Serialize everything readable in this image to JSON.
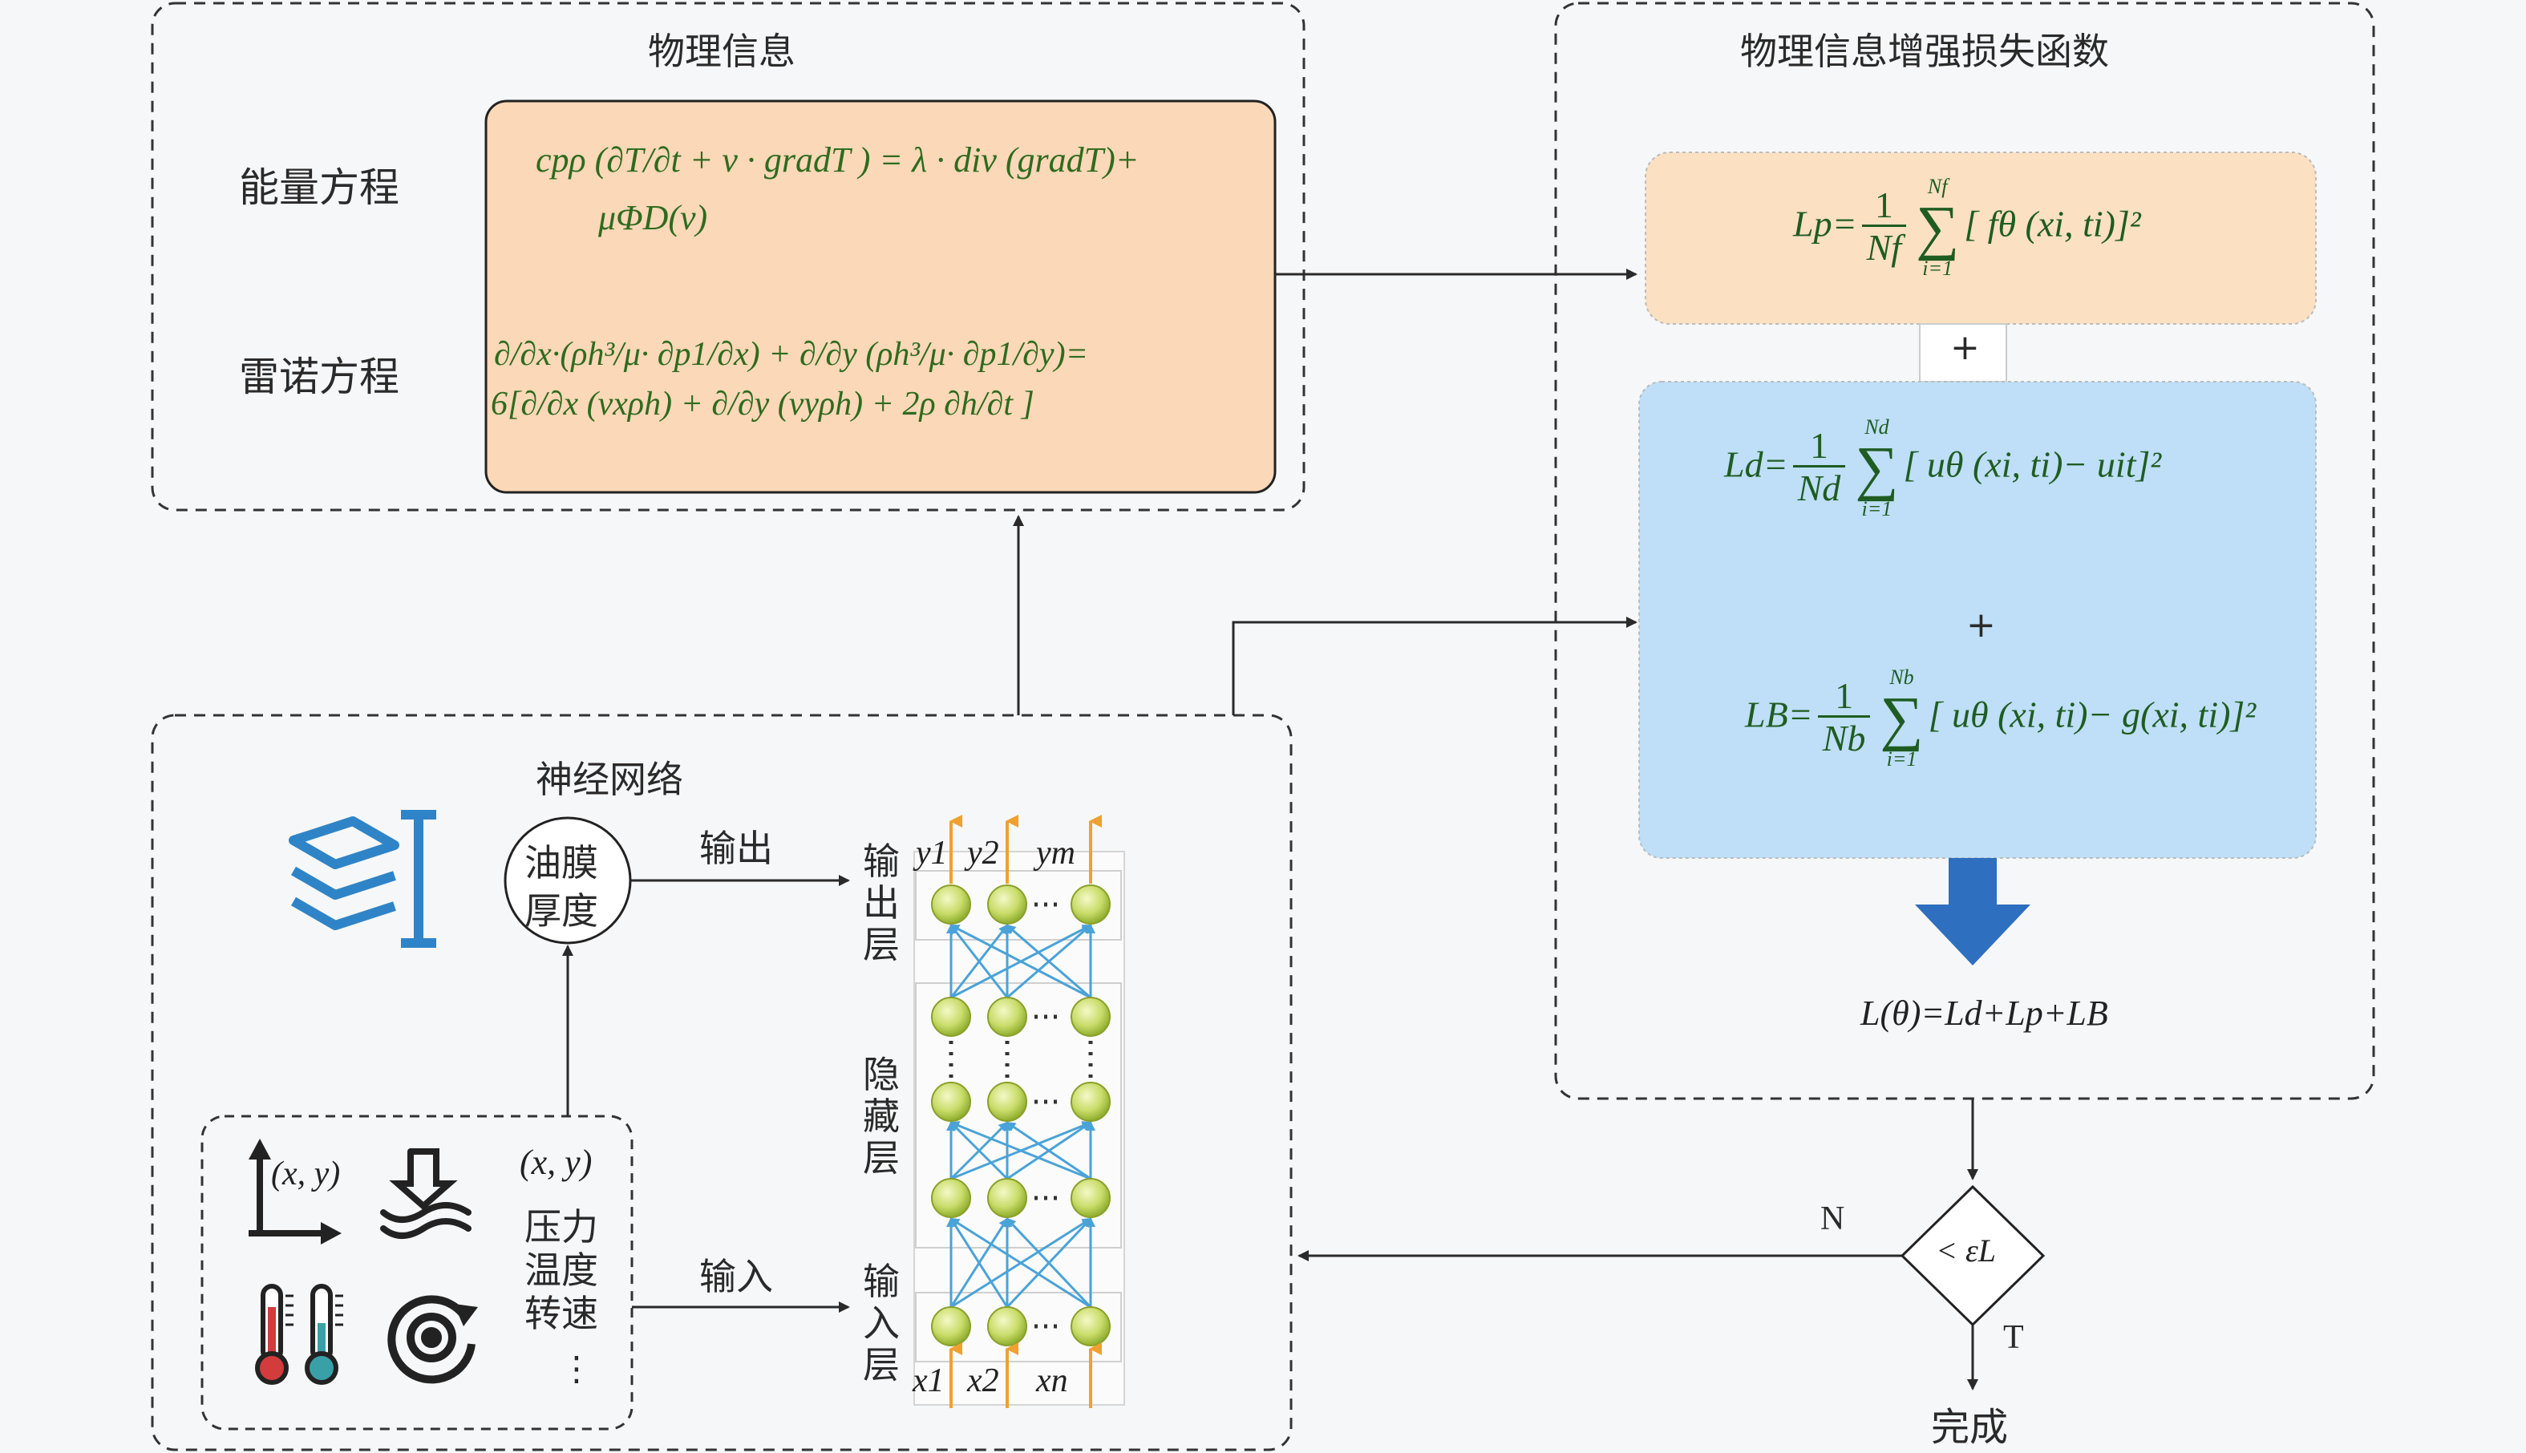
{
  "physics_box": {
    "title": "物理信息",
    "energy_label": "能量方程",
    "reynolds_label": "雷诺方程",
    "energy_eq_line1": "cpρ (∂T/∂t + v · gradT ) = λ · div (gradT)+",
    "energy_eq_line2": "μΦD(v)",
    "reynolds_eq_line1": "∂/∂x·(ρh³/μ· ∂p1/∂x) + ∂/∂y (ρh³/μ· ∂p1/∂y)=",
    "reynolds_eq_line2": "6[∂/∂x (vxρh) + ∂/∂y (vyρh) + 2ρ ∂h/∂t ]"
  },
  "loss_box": {
    "title": "物理信息增强损失函数",
    "lp": {
      "lhs": "Lp=",
      "num": "1",
      "den": "Nf",
      "sum_top": "Nf",
      "sum_bottom": "i=1",
      "body": "[ fθ (xi, ti)]²"
    },
    "plus1": "+",
    "ld": {
      "lhs": "Ld=",
      "num": "1",
      "den": "Nd",
      "sum_top": "Nd",
      "sum_bottom": "i=1",
      "body": "[ uθ (xi, ti)− uit]²"
    },
    "plus2": "+",
    "lb": {
      "lhs": "LB=",
      "num": "1",
      "den": "Nb",
      "sum_top": "Nb",
      "sum_bottom": "i=1",
      "body": "[ uθ (xi, ti)− g(xi, ti)]²"
    },
    "total": "L(θ)=Ld+Lp+LB"
  },
  "nn_box": {
    "title": "神经网络",
    "output_node": [
      "油膜",
      "厚度"
    ],
    "output_arrow_label": "输出",
    "input_arrow_label": "输入",
    "output_layer_label": [
      "输",
      "出",
      "层"
    ],
    "hidden_layer_label": [
      "隐",
      "藏",
      "层"
    ],
    "input_layer_label": [
      "输",
      "入",
      "层"
    ],
    "output_names": [
      "y1",
      "y2",
      "ym"
    ],
    "input_names": [
      "x1",
      "x2",
      "xn"
    ],
    "inputs_xy_icon_label": "(x, y)",
    "inputs_list": [
      "(x, y)",
      "压力",
      "温度",
      "转速",
      "⋮"
    ]
  },
  "decision": {
    "label": "< εL",
    "no": "N",
    "yes": "T",
    "done": "完成"
  },
  "colors": {
    "physics_fill": "#fbd8b8",
    "lp_fill": "#fbe0c2",
    "ld_fill": "#bedff7",
    "equation_text": "#2f6b1f",
    "arrow": "#2a2a2a",
    "icon_blue": "#2f84c7",
    "neuron": "#c9dc6a",
    "big_arrow": "#2e6fbf"
  }
}
